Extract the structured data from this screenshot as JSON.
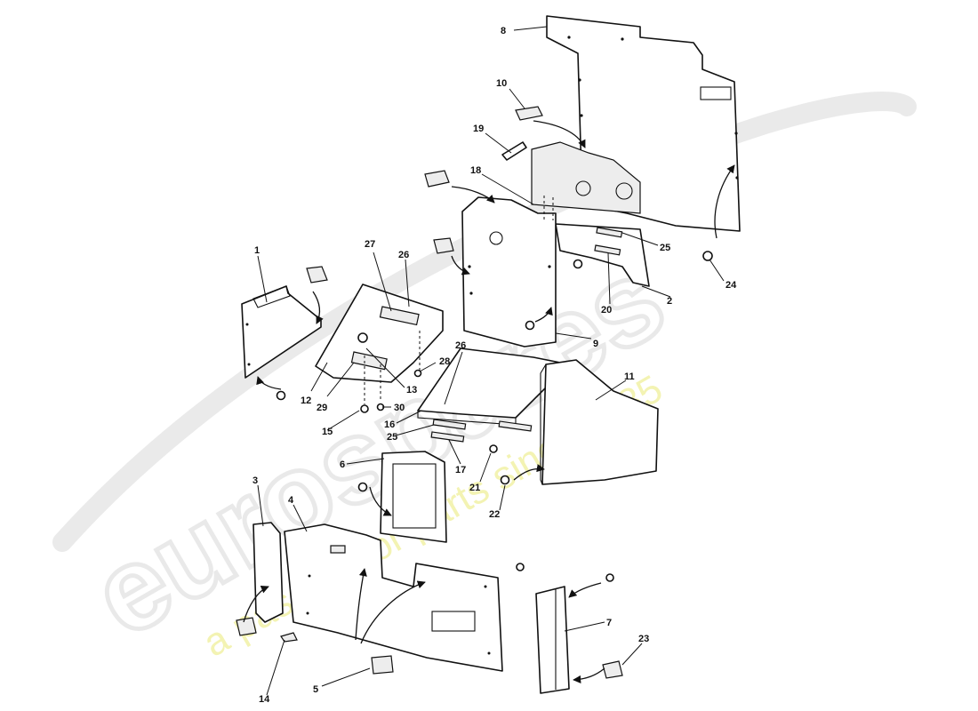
{
  "watermark": {
    "brand": "eurospares",
    "tagline": "a passion for parts since 1985",
    "brand_color": "#d9d9d9",
    "tagline_color": "#f2f2a6"
  },
  "callouts": {
    "c1": "1",
    "c2": "2",
    "c3": "3",
    "c4": "4",
    "c5": "5",
    "c6": "6",
    "c7": "7",
    "c8": "8",
    "c9": "9",
    "c10": "10",
    "c11": "11",
    "c12": "12",
    "c13": "13",
    "c14": "14",
    "c15": "15",
    "c16": "16",
    "c17": "17",
    "c18": "18",
    "c19": "19",
    "c20": "20",
    "c21": "21",
    "c22": "22",
    "c23": "23",
    "c24": "24",
    "c25a": "25",
    "c25b": "25",
    "c26a": "26",
    "c26b": "26",
    "c27": "27",
    "c28": "28",
    "c29": "29",
    "c30": "30"
  }
}
